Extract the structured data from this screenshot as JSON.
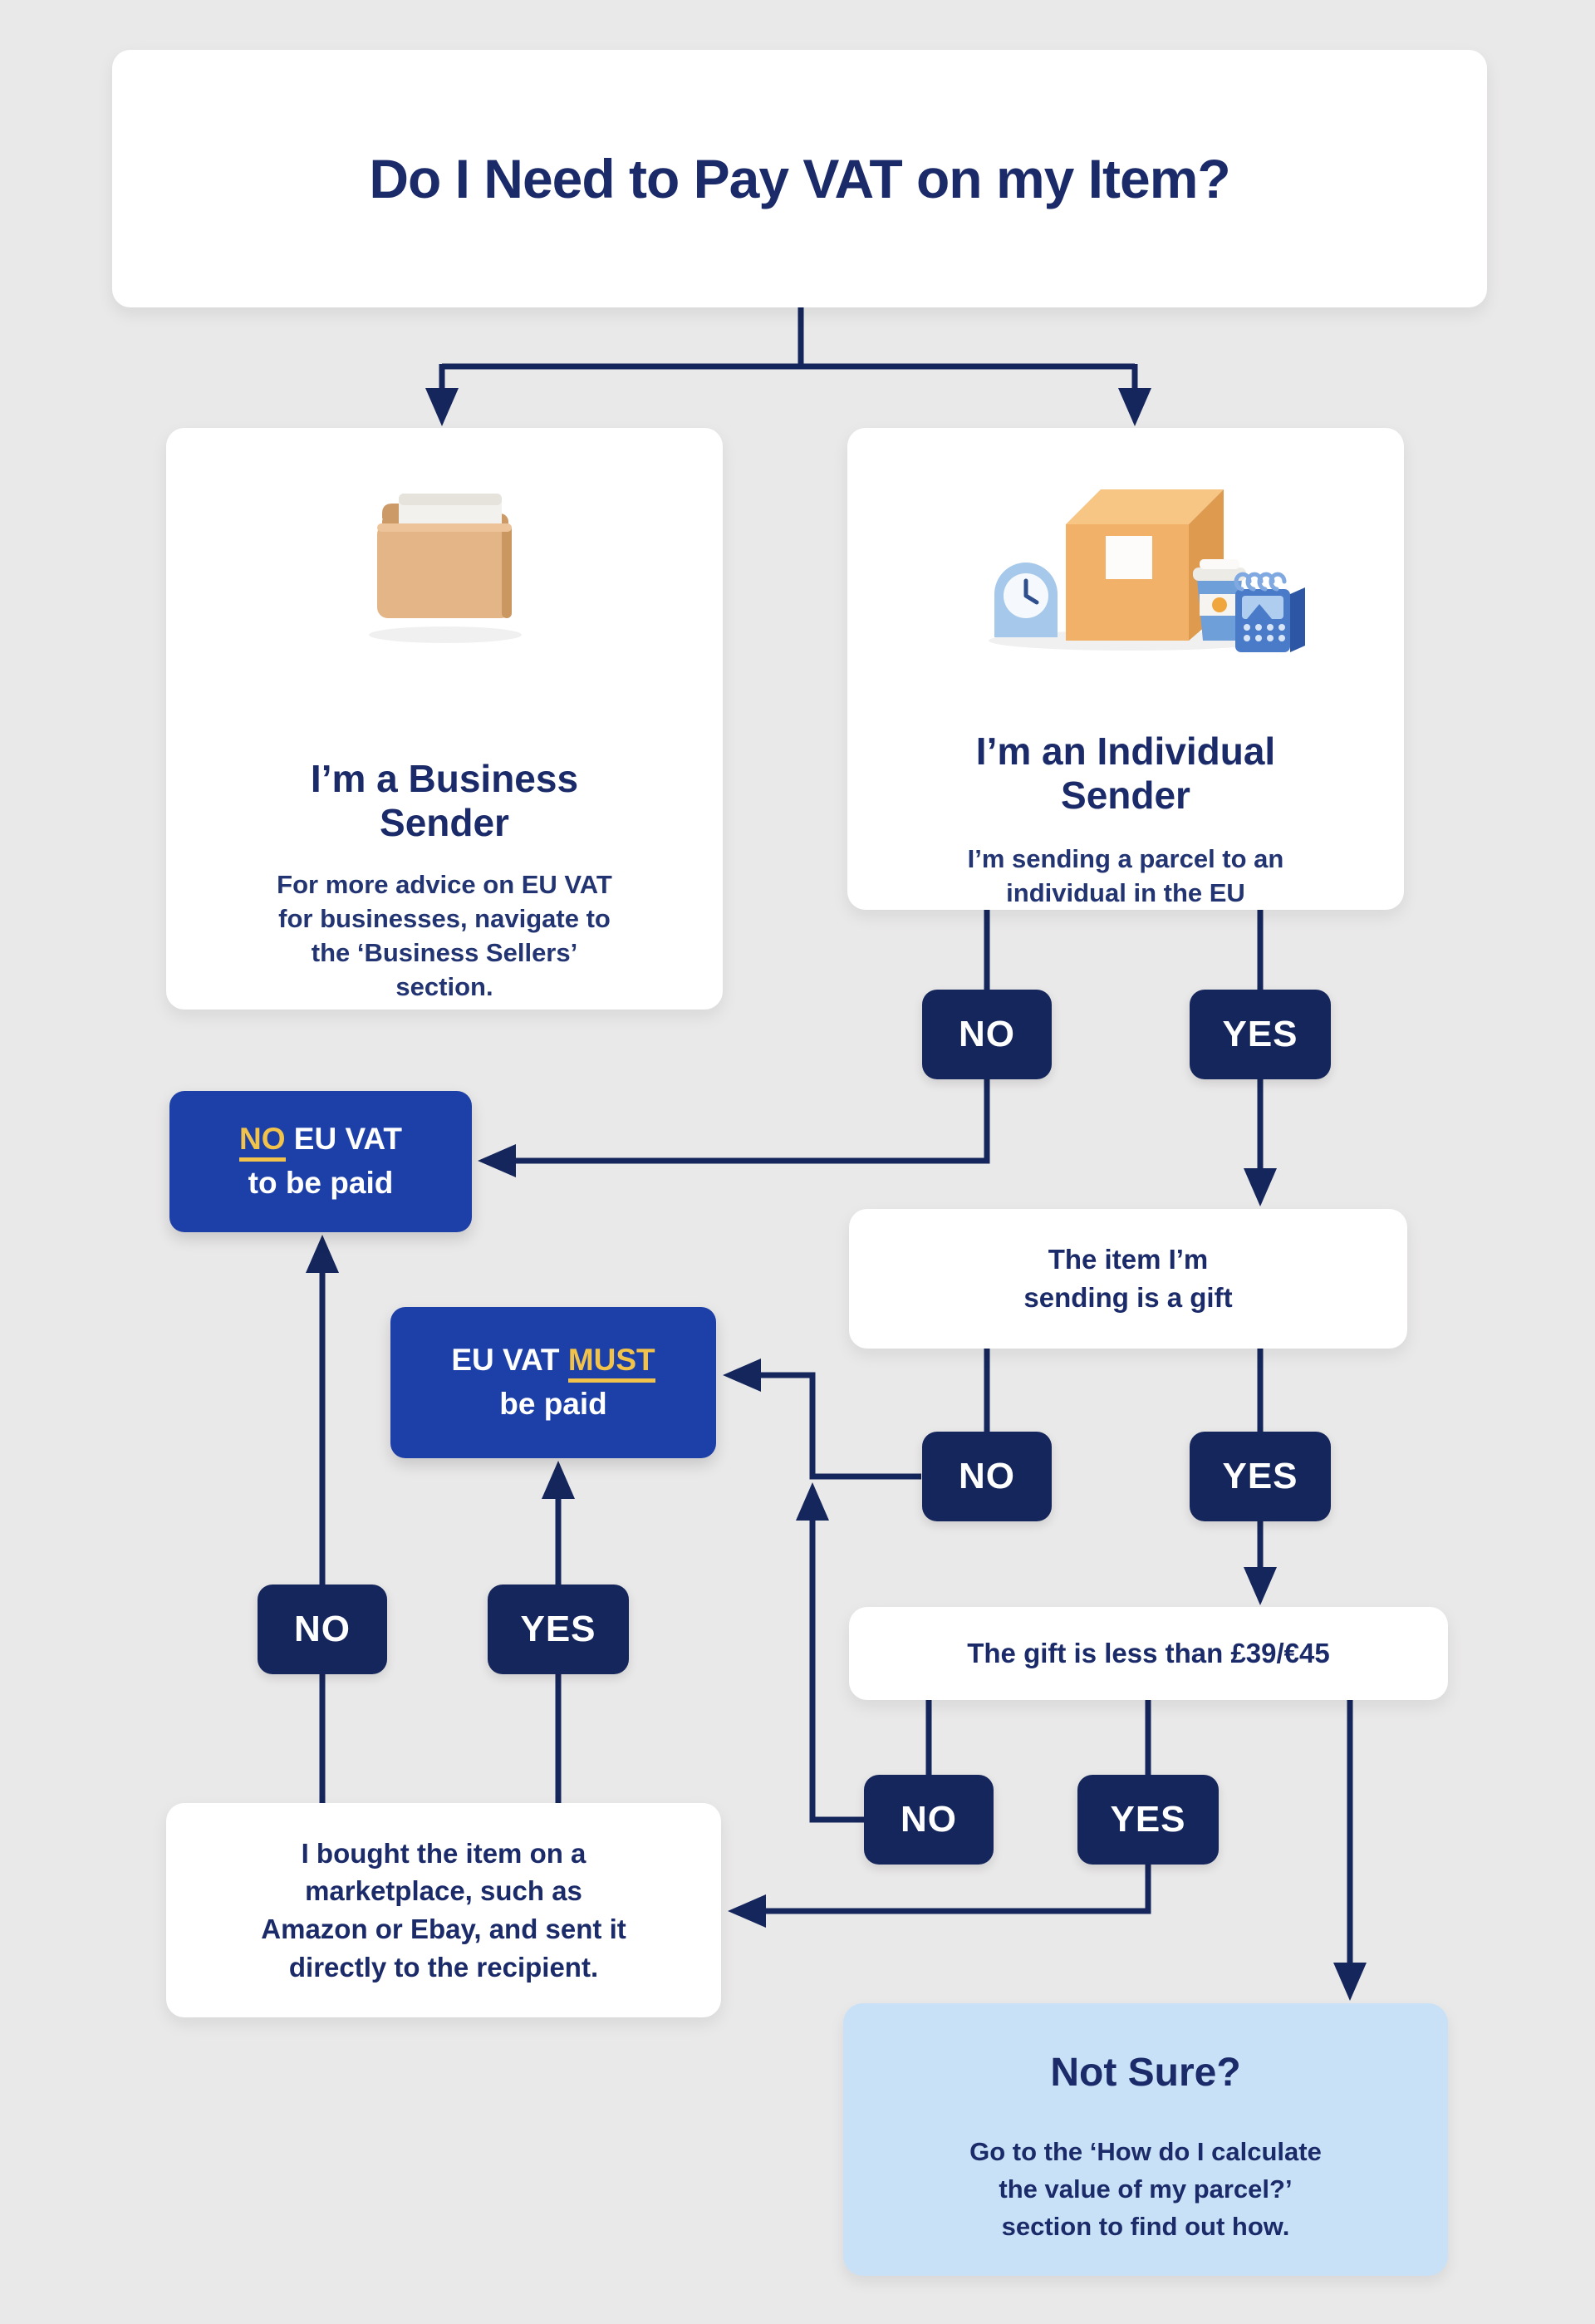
{
  "title": "Do I Need to Pay VAT on my Item?",
  "labels": {
    "no": "NO",
    "yes": "YES"
  },
  "nodes": {
    "business": {
      "heading_lines": [
        "I’m a Business",
        "Sender"
      ],
      "body_lines": [
        "For more advice on EU VAT",
        "for businesses, navigate to",
        "the ‘Business Sellers’",
        "section."
      ]
    },
    "individual": {
      "heading_lines": [
        "I’m an Individual",
        "Sender"
      ],
      "body_lines": [
        "I’m sending a parcel to an",
        "individual in the EU"
      ]
    },
    "gift": {
      "lines": [
        "The item I’m",
        "sending is a gift"
      ]
    },
    "gift_value": {
      "text": "The gift is less than £39/€45"
    },
    "marketplace": {
      "lines": [
        "I bought the item on a",
        "marketplace, such as",
        "Amazon or Ebay, and sent it",
        "directly to the recipient."
      ]
    },
    "no_vat": {
      "highlight": "NO",
      "after": " EU VAT",
      "line2": "to be paid"
    },
    "must_vat": {
      "before": "EU VAT ",
      "highlight": "MUST",
      "line2": "be paid"
    },
    "not_sure": {
      "heading": "Not Sure?",
      "body_lines": [
        "Go to the ‘How do I calculate",
        "the value of my parcel?’",
        "section to find out how."
      ]
    }
  },
  "icons": {
    "business": "folder-icon",
    "individual": "parcel-icon"
  },
  "colors": {
    "background": "#EAE9E9",
    "card_white": "#FFFFFF",
    "navy_line": "#15265C",
    "text_navy": "#1B2B69",
    "result_blue": "#1C3FA8",
    "highlight_yellow": "#F2C34B",
    "notsure_blue": "#C8E1F7",
    "folder_tan": "#E3B587",
    "parcel_orange": "#F2B169",
    "icon_blue": "#4A7BC9"
  }
}
